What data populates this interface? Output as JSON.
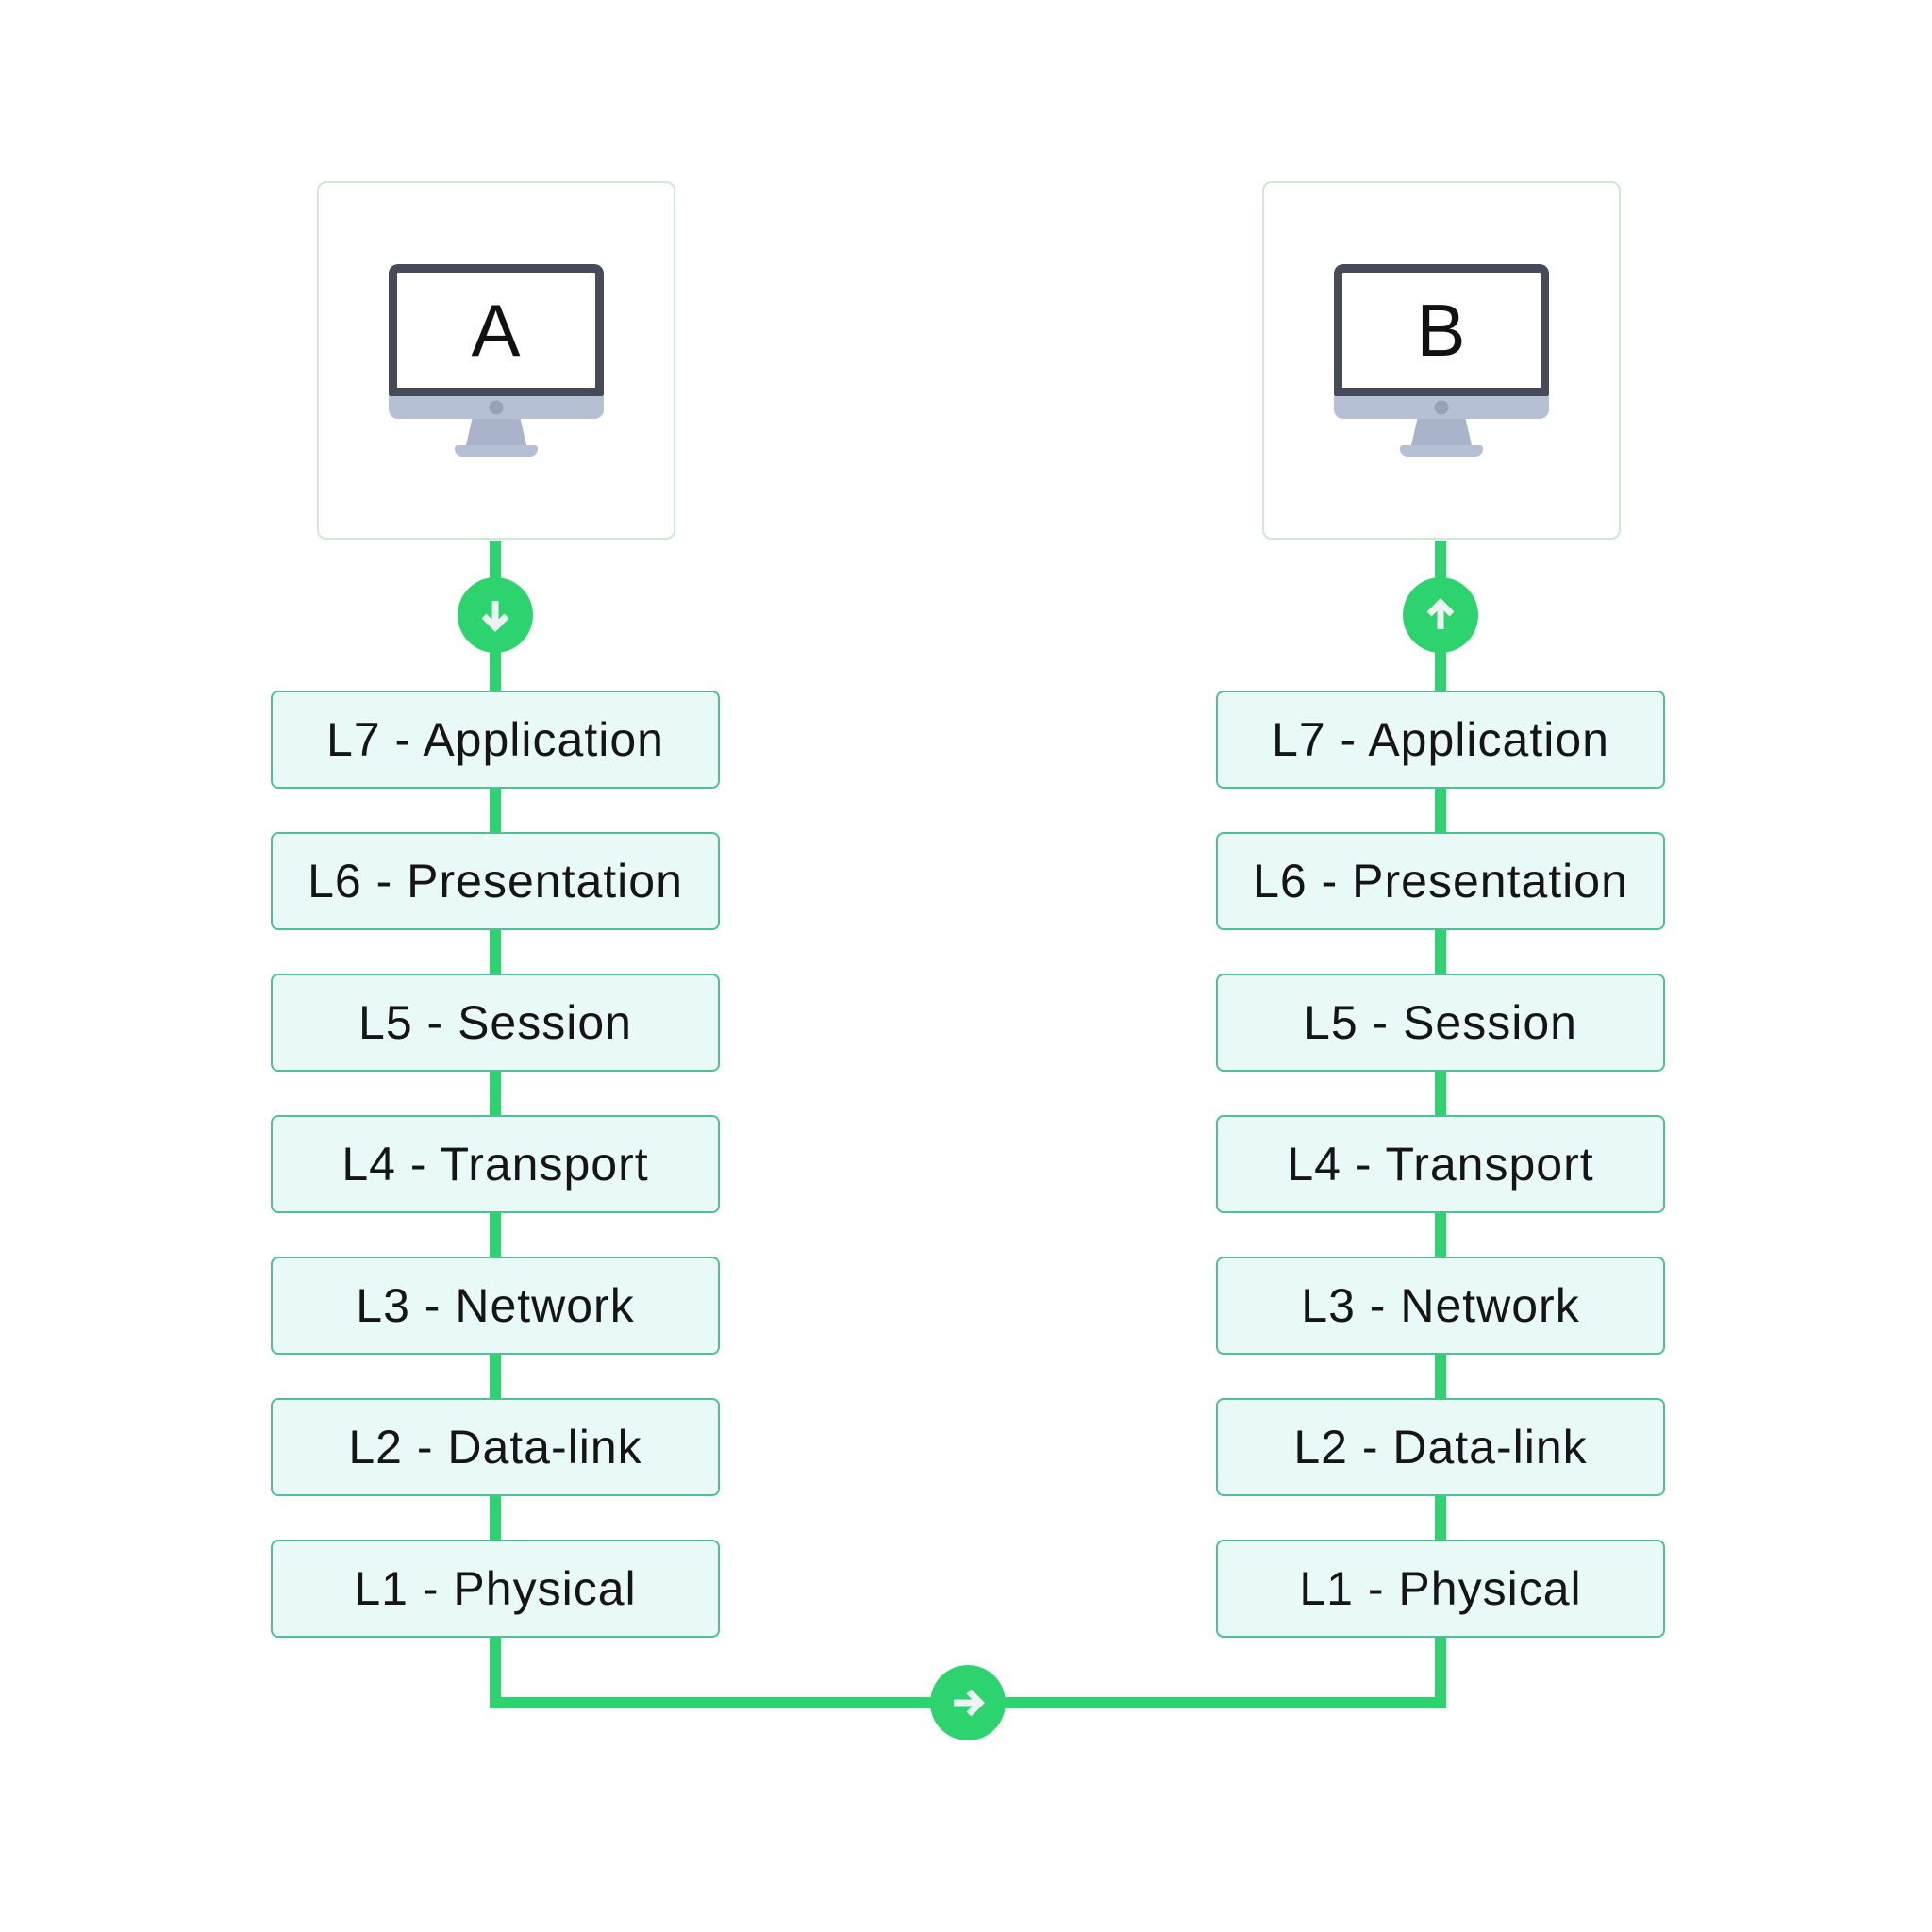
{
  "nodes": {
    "a": {
      "label": "A"
    },
    "b": {
      "label": "B"
    }
  },
  "columns": {
    "left": {
      "layers": [
        "L7 - Application",
        "L6 - Presentation",
        "L5 - Session",
        "L4 - Transport",
        "L3 - Network",
        "L2 - Data-link",
        "L1 - Physical"
      ]
    },
    "right": {
      "layers": [
        "L7 - Application",
        "L6 - Presentation",
        "L5 - Session",
        "L4 - Transport",
        "L3 - Network",
        "L2 - Data-link",
        "L1 - Physical"
      ]
    }
  },
  "icons": {
    "node_a": "monitor-icon",
    "node_b": "monitor-icon",
    "flow_a": "arrow-down-icon",
    "flow_b": "arrow-up-icon",
    "flow_link": "arrow-right-icon"
  },
  "colors": {
    "connector_green": "#2dd36e",
    "layer_box_bg": "#e9f9f8",
    "layer_box_border": "#4fbf95",
    "node_box_border": "#cfe9d6",
    "monitor_frame": "#474a58",
    "monitor_chin": "#b6c0d5",
    "monitor_dot": "#98a2b7",
    "arrow_white": "#eef2f2",
    "text": "#151515"
  }
}
